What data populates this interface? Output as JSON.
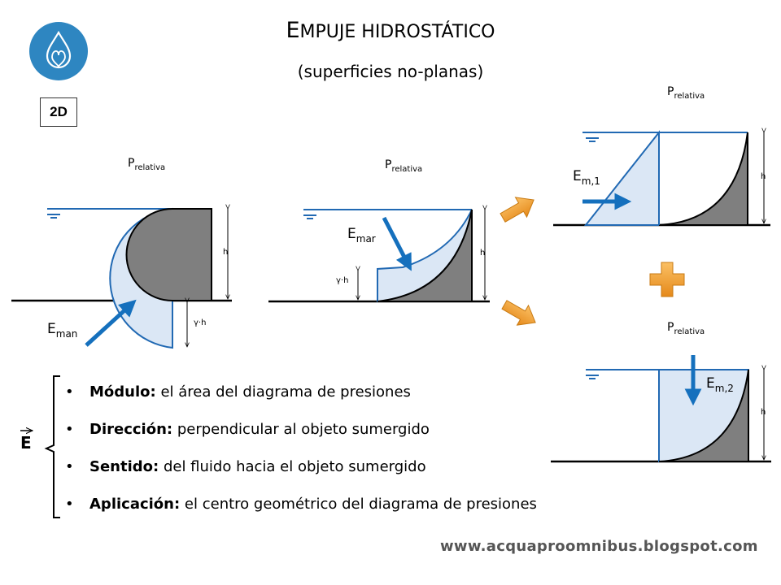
{
  "header": {
    "title_first": "E",
    "title_rest": "MPUJE HIDROSTÁTICO",
    "subtitle": "(superficies no-planas)",
    "badge": "2D"
  },
  "logo": {
    "icon": "water-drop-logo-icon",
    "color": "#2e86c1"
  },
  "colors": {
    "fill": "#dbe7f5",
    "stroke": "#2169b3",
    "arrow": "#1570bd",
    "solid": "#7f7f7f",
    "orange": "#f29b1e"
  },
  "diagrams": {
    "d1": {
      "p": "P",
      "p_sub": "relativa",
      "e": "E",
      "e_sub": "man",
      "h": "h",
      "gh": "γ·h"
    },
    "d2": {
      "p": "P",
      "p_sub": "relativa",
      "e": "E",
      "e_sub": "mar",
      "h": "h",
      "gh": "γ·h"
    },
    "d3": {
      "p": "P",
      "p_sub": "relativa",
      "e": "E",
      "e_sub": "m,1",
      "h": "h"
    },
    "d4": {
      "p": "P",
      "p_sub": "relativa",
      "e": "E",
      "e_sub": "m,2",
      "h": "h"
    }
  },
  "vector": {
    "symbol": "E"
  },
  "bullets": [
    {
      "term": "Módulo:",
      "text": " el área del diagrama de presiones"
    },
    {
      "term": "Dirección:",
      "text": " perpendicular al objeto sumergido"
    },
    {
      "term": "Sentido:",
      "text": " del fluido hacia el objeto sumergido"
    },
    {
      "term": "Aplicación:",
      "text": " el centro geométrico del diagrama de presiones"
    }
  ],
  "footer": {
    "url": "www.acquaproomnibus.blogspot.com"
  }
}
